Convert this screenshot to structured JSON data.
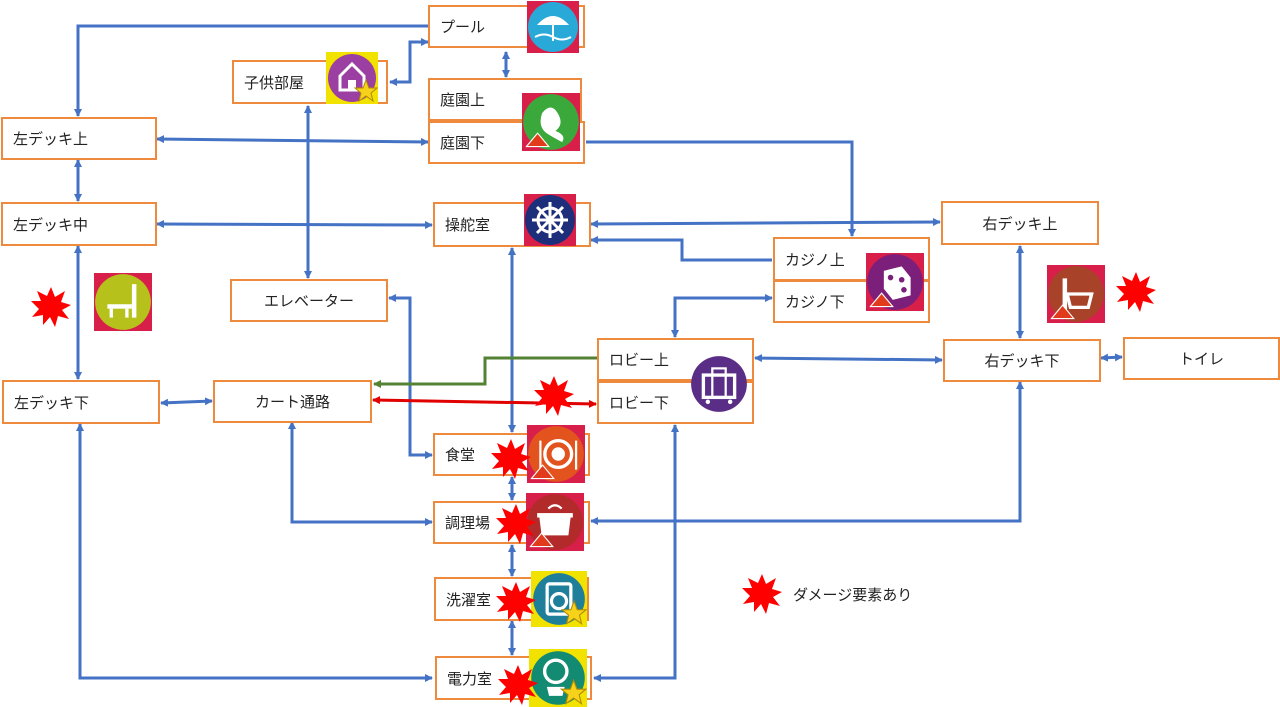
{
  "colors": {
    "node_border": "#ED8A3E",
    "connector": "#4472C4",
    "green_connector": "#548235",
    "red_connector": "#E00000",
    "damage_mark": "#FF0000"
  },
  "rooms": {
    "pool": "プール",
    "kids_room": "子供部屋",
    "garden_upper": "庭園上",
    "garden_lower": "庭園下",
    "left_deck_upper": "左デッキ上",
    "left_deck_middle": "左デッキ中",
    "left_deck_lower": "左デッキ下",
    "bridge": "操舵室",
    "right_deck_upper": "右デッキ上",
    "right_deck_lower": "右デッキ下",
    "casino_upper": "カジノ上",
    "casino_lower": "カジノ下",
    "elevator": "エレベーター",
    "cart_passage": "カート通路",
    "lobby_upper": "ロビー上",
    "lobby_lower": "ロビー下",
    "toilet": "トイレ",
    "dining": "食堂",
    "kitchen": "調理場",
    "laundry": "洗濯室",
    "power_room": "電力室"
  },
  "icons": {
    "pool": "pool-umbrella-icon",
    "kids_room": "kids-house-star-icon",
    "garden": "garden-mermaid-icon",
    "bridge": "ship-wheel-icon",
    "casino": "dice-icon",
    "lobby": "luggage-icon",
    "dining": "dining-plate-icon",
    "kitchen": "cooking-pot-icon",
    "laundry": "washing-machine-star-icon",
    "power_room": "globe-star-icon",
    "left_deck": "deck-bench-icon",
    "right_deck": "deck-basket-icon"
  },
  "legend": {
    "damage": "ダメージ要素あり"
  }
}
